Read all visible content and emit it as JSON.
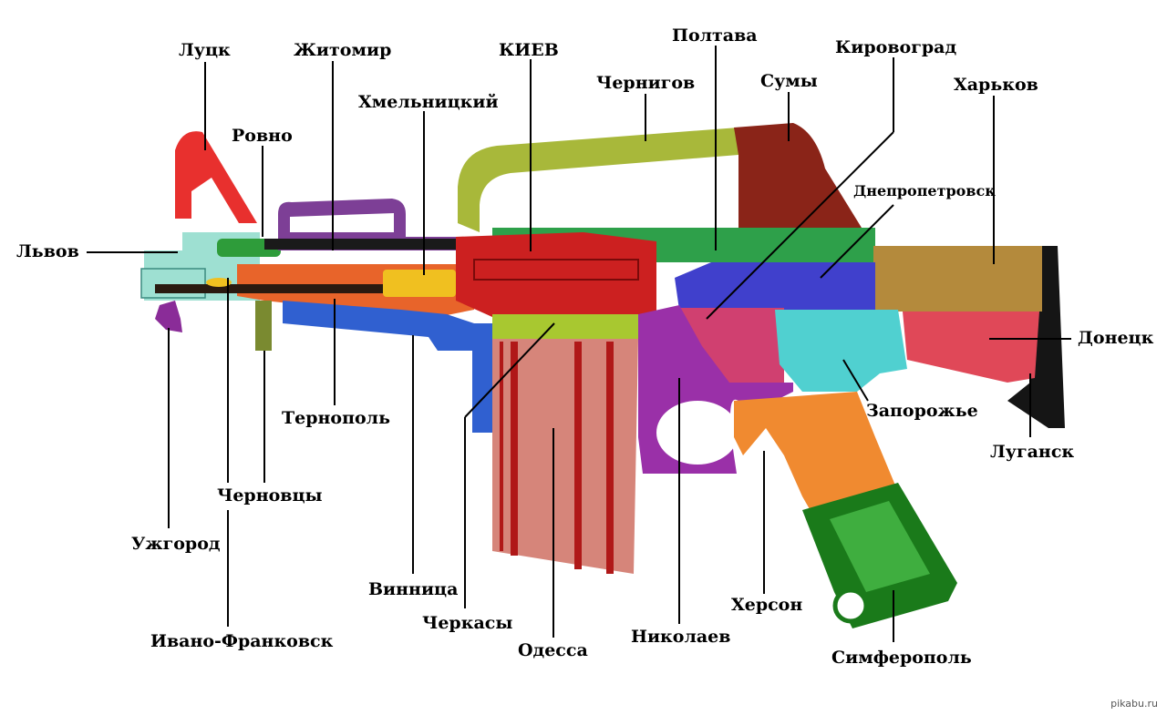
{
  "colors": {
    "luck": "#e8302e",
    "lviv": "#9ee0d2",
    "uzhgorod": "#8a2c98",
    "rovno": "#2e9c3a",
    "zhitomir": "#7d3f96",
    "ternopol": "#e8642a",
    "khmelnitsky": "#f0c020",
    "vinnitsa": "#3060d0",
    "kiev": "#cc2020",
    "chernigov": "#a8b83a",
    "poltava": "#2ea04a",
    "sumy": "#8a2418",
    "kirovograd": "#d04070",
    "dnepropetrovsk": "#4040cc",
    "kharkov": "#b48a3c",
    "donetsk": "#e04858",
    "lugansk": "#151515",
    "zaporozhye": "#50d0d0",
    "nikolaev": "#9a30a8",
    "kherson": "#f08a30",
    "simferopol": "#1a7a1a",
    "odessa": "#d6857a",
    "cherkasy": "#a8c830"
  },
  "labels": {
    "luck": "Луцк",
    "zhitomir": "Житомир",
    "kiev": "КИЕВ",
    "poltava": "Полтава",
    "kirovograd": "Кировоград",
    "chernigov": "Чернигов",
    "sumy": "Сумы",
    "kharkov": "Харьков",
    "rovno": "Ровно",
    "khmelnitsky": "Хмельницкий",
    "dnepropetrovsk": "Днепропетровск",
    "lviv": "Львов",
    "donetsk": "Донецк",
    "ternopol": "Тернополь",
    "zaporozhye": "Запорожье",
    "lugansk": "Луганск",
    "chernovtsy": "Черновцы",
    "uzhgorod": "Ужгород",
    "vinnitsa": "Винница",
    "kherson": "Херсон",
    "cherkasy": "Черкасы",
    "nikolaev": "Николаев",
    "ivano_frankovsk": "Ивано-Франковск",
    "odessa": "Одесса",
    "simferopol": "Симферополь"
  },
  "watermark": "pikabu.ru"
}
